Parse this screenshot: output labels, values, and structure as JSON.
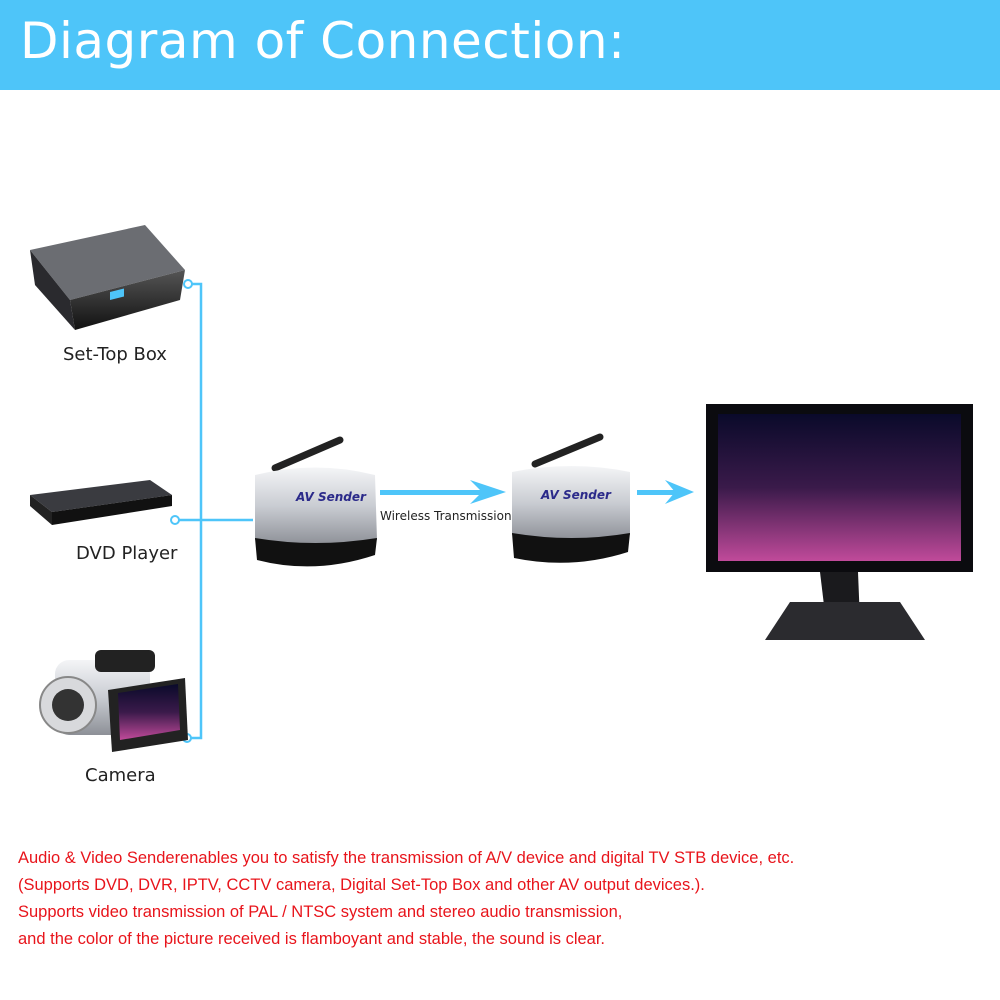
{
  "header": {
    "title": "Diagram of Connection:"
  },
  "sources": [
    {
      "label": "Set-Top Box"
    },
    {
      "label": "DVD Player"
    },
    {
      "label": "Camera"
    }
  ],
  "sender": {
    "brand": "AV Sender"
  },
  "link": {
    "label": "Wireless Transmission"
  },
  "description": [
    "Audio & Video Senderenables you to satisfy the transmission of A/V device and digital TV STB device, etc.",
    "(Supports DVD, DVR, IPTV, CCTV camera, Digital Set-Top Box and other AV output devices.).",
    "Supports video transmission of PAL / NTSC system and stereo audio transmission,",
    "and the color of the picture received is flamboyant and stable, the sound is clear."
  ],
  "colors": {
    "accent": "#4ec5f9",
    "description_text": "#e8141b"
  }
}
